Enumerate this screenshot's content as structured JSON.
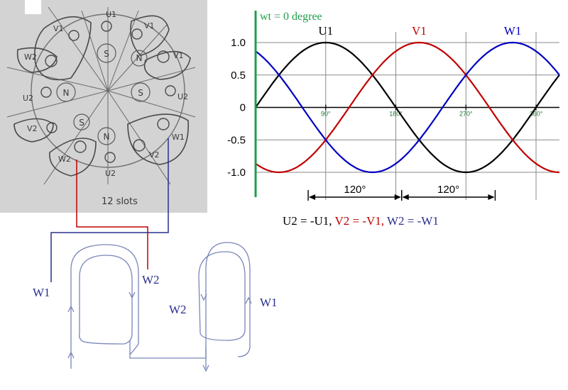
{
  "sketch": {
    "caption": "12 slots",
    "slot_labels": [
      "U1",
      "V1",
      "V1",
      "U2",
      "W1",
      "V2",
      "U2",
      "W2",
      "V2",
      "U2",
      "W2",
      "V1"
    ],
    "pole_labels": [
      "S",
      "N",
      "S",
      "N",
      "S",
      "N"
    ]
  },
  "chart_data": {
    "type": "line",
    "start_label": "wt = 0 degree",
    "x_unit": "degree",
    "xlim": [
      0,
      390
    ],
    "ylim": [
      -1.0,
      1.0
    ],
    "y_ticks": [
      "1.0",
      "0.5",
      "0",
      "-0.5",
      "-1.0"
    ],
    "x_ticks": [
      "90°",
      "180°",
      "270°",
      "360°"
    ],
    "series": [
      {
        "name": "U1",
        "color": "#000000",
        "phase_shift_deg": 0,
        "amplitude": 1.0
      },
      {
        "name": "V1",
        "color": "#c00000",
        "phase_shift_deg": 120,
        "amplitude": 1.0
      },
      {
        "name": "W1",
        "color": "#0000c0",
        "phase_shift_deg": 240,
        "amplitude": 1.0
      }
    ],
    "intervals": [
      {
        "label": "120°",
        "from_deg": 67.5,
        "to_deg": 187.5
      },
      {
        "label": "120°",
        "from_deg": 187.5,
        "to_deg": 307.5
      }
    ],
    "grid": true
  },
  "relation": {
    "part1": "U2 = -U1, ",
    "part2": "V2 = -V1, ",
    "part3": "W2 = -W1"
  },
  "coil_labels": {
    "left_outer": "W1",
    "left_inner": "W2",
    "right_inner": "W2",
    "right_outer": "W1"
  },
  "colors": {
    "u": "#000000",
    "v": "#c00000",
    "w": "#2a2f8c",
    "start_line": "#1e9e4a",
    "grid": "#8a8a8a",
    "photo_bg": "#d4d4d4"
  }
}
